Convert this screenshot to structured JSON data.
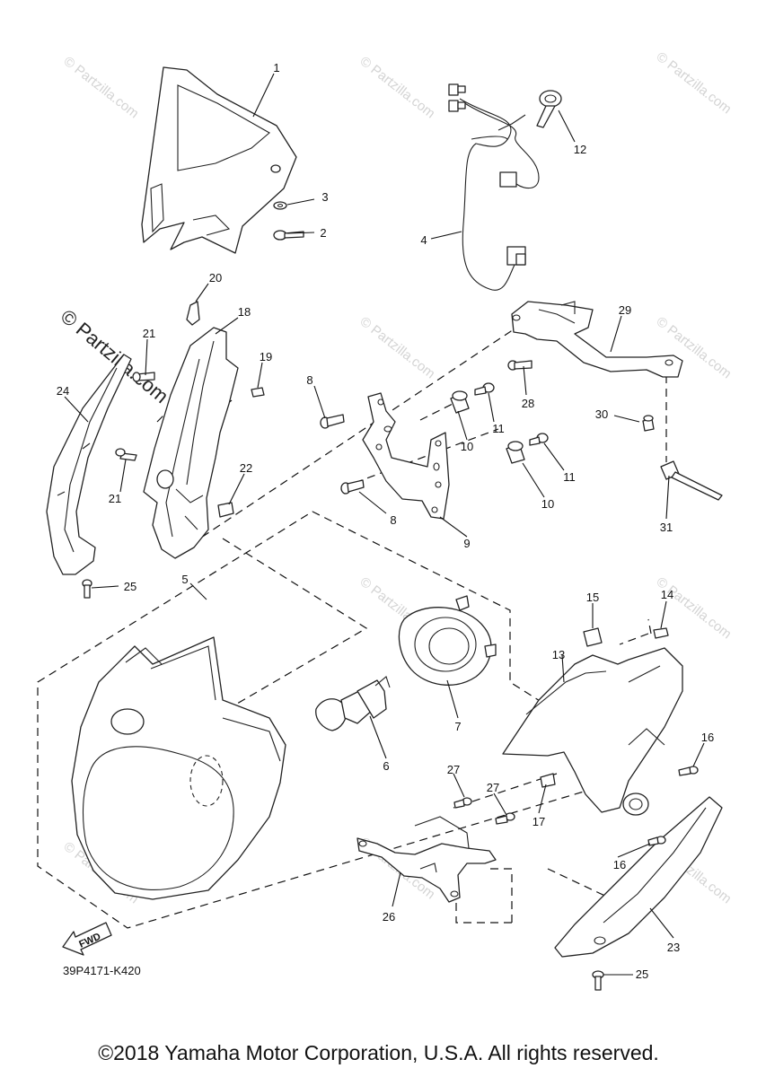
{
  "diagram": {
    "drawing_code": "39P4171-K420",
    "fwd_label": "FWD",
    "copyright": "©2018 Yamaha Motor Corporation, U.S.A. All rights reserved.",
    "watermark": "© Partzilla.com",
    "callouts": {
      "c1": "1",
      "c2": "2",
      "c3": "3",
      "c4": "4",
      "c5": "5",
      "c6": "6",
      "c7": "7",
      "c8a": "8",
      "c8b": "8",
      "c9": "9",
      "c10a": "10",
      "c10b": "10",
      "c11a": "11",
      "c11b": "11",
      "c12": "12",
      "c13": "13",
      "c14": "14",
      "c15": "15",
      "c16a": "16",
      "c16b": "16",
      "c17": "17",
      "c18": "18",
      "c19": "19",
      "c20": "20",
      "c21a": "21",
      "c21b": "21",
      "c22": "22",
      "c23": "23",
      "c24": "24",
      "c25a": "25",
      "c25b": "25",
      "c26": "26",
      "c27a": "27",
      "c27b": "27",
      "c28": "28",
      "c29": "29",
      "c30": "30",
      "c31": "31"
    }
  }
}
